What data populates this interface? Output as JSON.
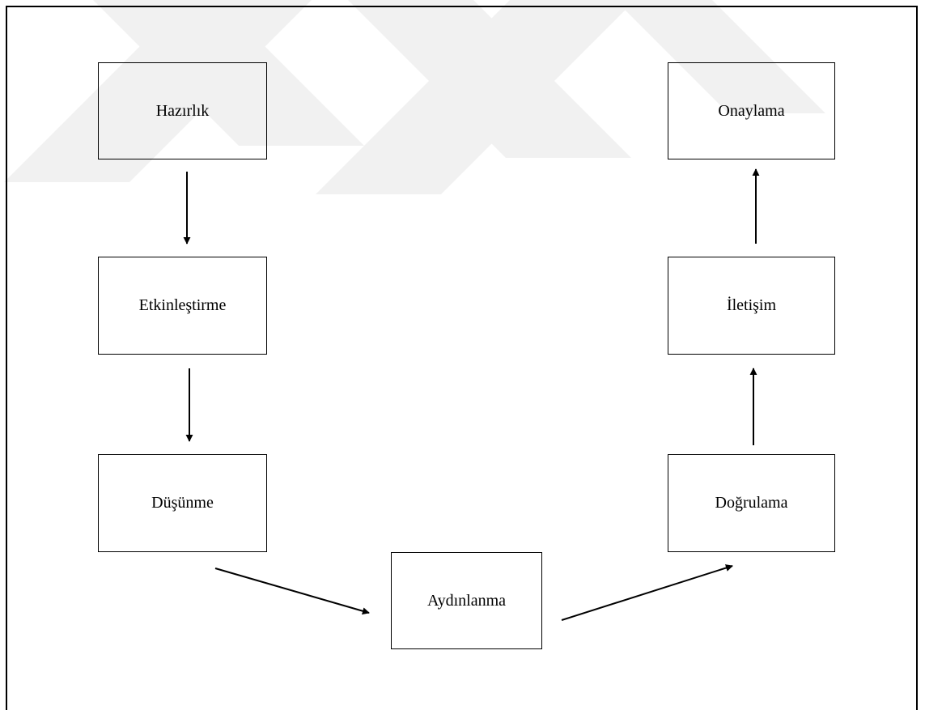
{
  "diagram": {
    "nodes": [
      {
        "id": "hazirlik",
        "label": "Hazırlık"
      },
      {
        "id": "etkinlestirme",
        "label": "Etkinleştirme"
      },
      {
        "id": "dusunme",
        "label": "Düşünme"
      },
      {
        "id": "aydinlanma",
        "label": "Aydınlanma"
      },
      {
        "id": "dogrulama",
        "label": "Doğrulama"
      },
      {
        "id": "iletisim",
        "label": "İletişim"
      },
      {
        "id": "onaylama",
        "label": "Onaylama"
      }
    ],
    "edges": [
      {
        "from": "hazirlik",
        "to": "etkinlestirme"
      },
      {
        "from": "etkinlestirme",
        "to": "dusunme"
      },
      {
        "from": "dusunme",
        "to": "aydinlanma"
      },
      {
        "from": "aydinlanma",
        "to": "dogrulama"
      },
      {
        "from": "dogrulama",
        "to": "iletisim"
      },
      {
        "from": "iletisim",
        "to": "onaylama"
      }
    ]
  },
  "colors": {
    "line": "#000000",
    "watermark": "#f0f0f0"
  }
}
